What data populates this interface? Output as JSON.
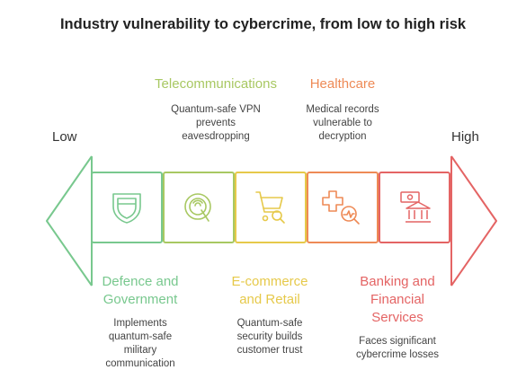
{
  "title": "Industry vulnerability to cybercrime, from low to high risk",
  "scale": {
    "low": "Low",
    "high": "High"
  },
  "colors": {
    "green": "#78c88e",
    "lime": "#a8c862",
    "yellow": "#e6c94a",
    "orange": "#ee8a56",
    "red": "#e46464"
  },
  "industries": [
    {
      "name": "Defence and Government",
      "lines": [
        "Defence and",
        "Government"
      ],
      "description": [
        "Implements",
        "quantum-safe",
        "military",
        "communication"
      ],
      "icon": "shield-icon",
      "color": "#78c88e"
    },
    {
      "name": "Telecommunications",
      "lines": [
        "Telecommunications"
      ],
      "description": [
        "Quantum-safe VPN",
        "prevents",
        "eavesdropping"
      ],
      "icon": "magnifier-signal-icon",
      "color": "#a8c862"
    },
    {
      "name": "E-commerce and Retail",
      "lines": [
        "E-commerce",
        "and Retail"
      ],
      "description": [
        "Quantum-safe",
        "security builds",
        "customer trust"
      ],
      "icon": "cart-search-icon",
      "color": "#e6c94a"
    },
    {
      "name": "Healthcare",
      "lines": [
        "Healthcare"
      ],
      "description": [
        "Medical records",
        "vulnerable to",
        "decryption"
      ],
      "icon": "medical-search-icon",
      "color": "#ee8a56"
    },
    {
      "name": "Banking and Financial Services",
      "lines": [
        "Banking and",
        "Financial",
        "Services"
      ],
      "description": [
        "Faces significant",
        "cybercrime losses"
      ],
      "icon": "bank-money-icon",
      "color": "#e46464"
    }
  ]
}
